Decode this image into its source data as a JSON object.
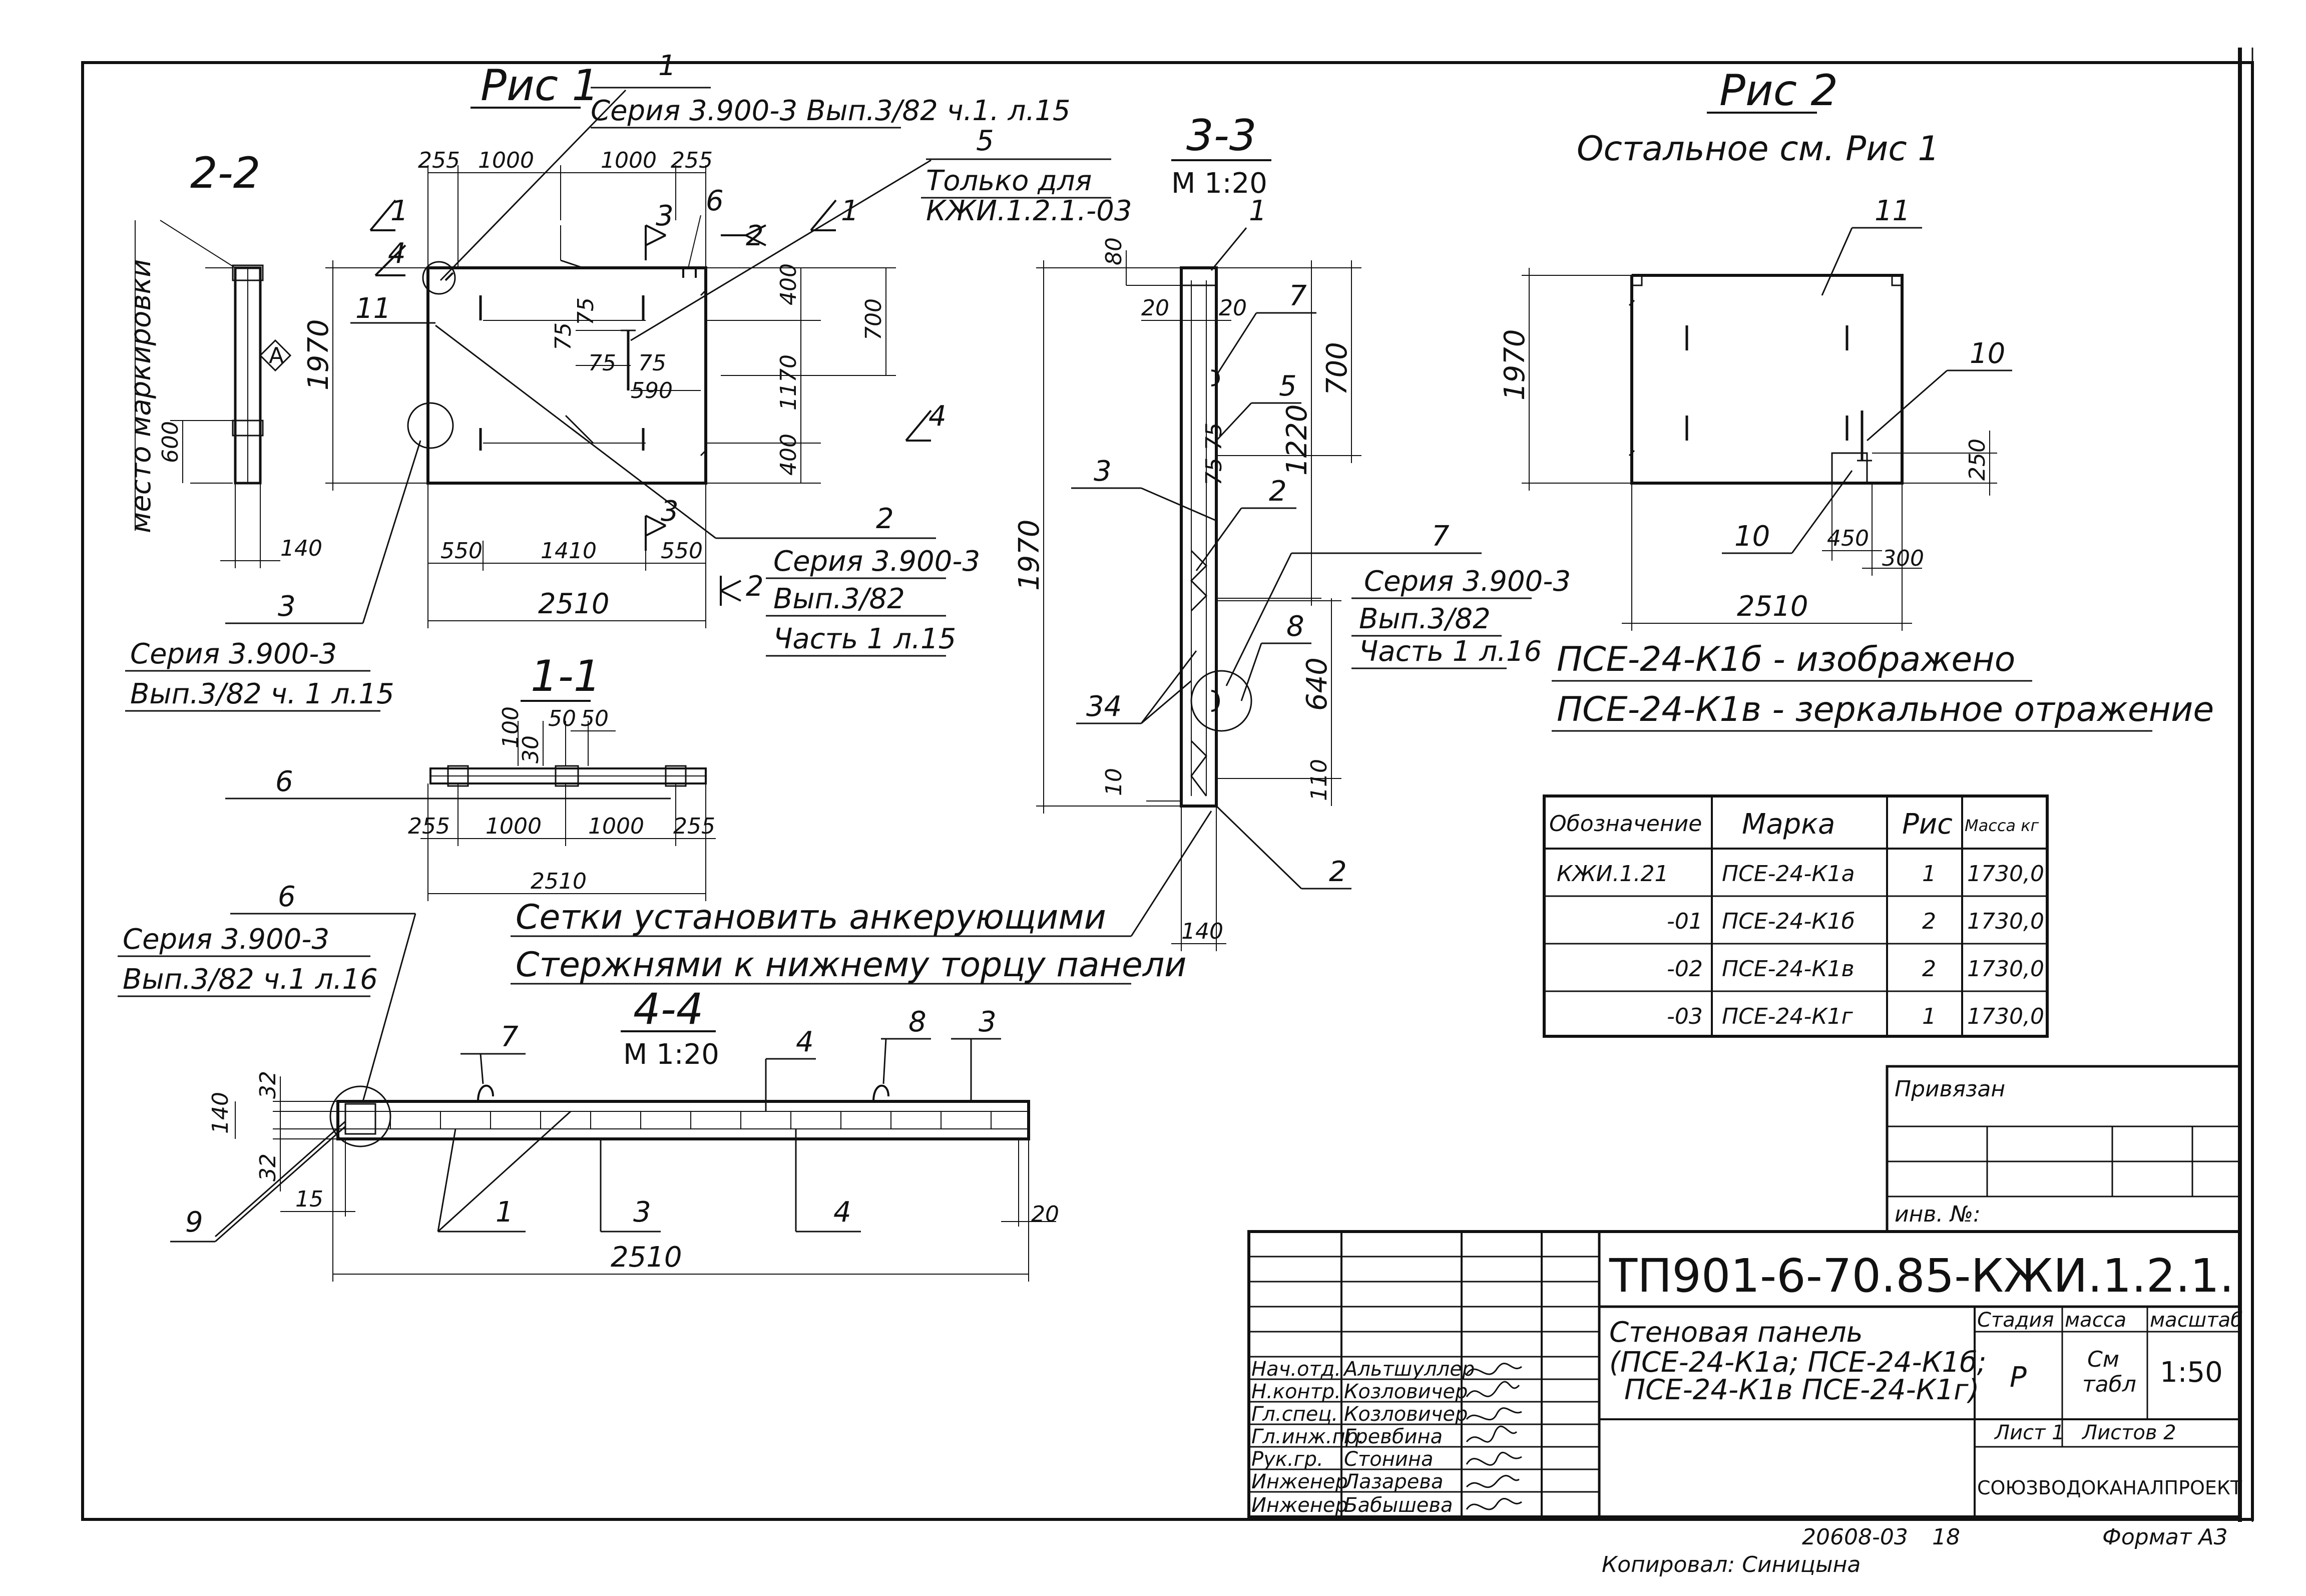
{
  "fig1": {
    "title": "Рис 1",
    "series_ref_top": "Серия 3.900-3 Вып.3/82 ч.1. л.15",
    "only_for": "Только для",
    "only_for_code": "КЖИ.1.2.1.-03",
    "section_label": "2-2",
    "marking_place": "место маркировки",
    "series_ref_left_1": "Серия 3.900-3",
    "series_ref_left_2": "Вып.3/82 ч. 1 л.15",
    "series_ref_right_1": "Серия 3.900-3",
    "series_ref_right_2": "Вып.3/82",
    "series_ref_right_3": "Часть 1 л.15",
    "mark_a": "А",
    "dims": {
      "d255a": "255",
      "d1000a": "1000",
      "d1000b": "1000",
      "d255b": "255",
      "d1970": "1970",
      "d600": "600",
      "d140": "140",
      "d400a": "400",
      "d700": "700",
      "d1170": "1170",
      "d400b": "400",
      "d75a": "75",
      "d75b": "75",
      "d75c": "75",
      "d75d": "75",
      "d590": "590",
      "d550a": "550",
      "d1410": "1410",
      "d550b": "550",
      "d2510": "2510"
    },
    "cuts": {
      "c1a": "1",
      "c1b": "1",
      "c2a": "2",
      "c2b": "2",
      "c3a": "3",
      "c3b": "3",
      "c4a": "4",
      "c4b": "4"
    },
    "callouts": {
      "p1": "1",
      "p5": "5",
      "p6": "6",
      "p11": "11",
      "p2": "2",
      "p3": "3"
    }
  },
  "sec11": {
    "title": "1-1",
    "dims": {
      "d100": "100",
      "d30": "30",
      "d50a": "50",
      "d50b": "50",
      "d255a": "255",
      "d1000a": "1000",
      "d1000b": "1000",
      "d255b": "255",
      "d2510": "2510"
    },
    "callout6": "6"
  },
  "notes": {
    "p6": "6",
    "series_1": "Серия 3.900-3",
    "series_2": "Вып.3/82 ч.1 л.16",
    "anchor_1": "Сетки установить анкерующими",
    "anchor_2": "Стержнями к нижнему торцу панели"
  },
  "sec44": {
    "title": "4-4",
    "scale": "М 1:20",
    "dims": {
      "d32a": "32",
      "d140": "140",
      "d32b": "32",
      "d15": "15",
      "d20": "20",
      "d2510": "2510"
    },
    "callouts": {
      "p7": "7",
      "p8": "8",
      "p3a": "3",
      "p4a": "4",
      "p9": "9",
      "p1": "1",
      "p3b": "3",
      "p4b": "4"
    }
  },
  "sec33": {
    "title": "3-3",
    "scale": "М 1:20",
    "dims": {
      "d80": "80",
      "d20a": "20",
      "d20b": "20",
      "d700": "700",
      "d1220": "1220",
      "d75a": "75",
      "d75b": "75",
      "d1970": "1970",
      "d640": "640",
      "d10": "10",
      "d110": "110",
      "d140": "140"
    },
    "callouts": {
      "p1": "1",
      "p7a": "7",
      "p5": "5",
      "p3": "3",
      "p2a": "2",
      "p7b": "7",
      "p8": "8",
      "p34": "34",
      "p2b": "2"
    },
    "series_1": "Серия 3.900-3",
    "series_2": "Вып.3/82",
    "series_3": "Часть 1 л.16"
  },
  "fig2": {
    "title": "Рис 2",
    "note": "Остальное см. Рис 1",
    "dims": {
      "d1970": "1970",
      "d250": "250",
      "d450": "450",
      "d300": "300",
      "d2510": "2510"
    },
    "callouts": {
      "p11": "11",
      "p10a": "10",
      "p10b": "10"
    },
    "variant_1": "ПСЕ-24-К1б - изображено",
    "variant_2": "ПСЕ-24-К1в - зеркальное отражение"
  },
  "spec": {
    "headers": [
      "Обозначение",
      "Марка",
      "Рис",
      "Масса кг"
    ],
    "rows": [
      [
        "КЖИ.1.21",
        "ПСЕ-24-К1а",
        "1",
        "1730,0"
      ],
      [
        "-01",
        "ПСЕ-24-К1б",
        "2",
        "1730,0"
      ],
      [
        "-02",
        "ПСЕ-24-К1в",
        "2",
        "1730,0"
      ],
      [
        "-03",
        "ПСЕ-24-К1г",
        "1",
        "1730,0"
      ]
    ]
  },
  "stamp": {
    "privyazan": "Привязан",
    "inv": "инв. №:",
    "code": "ТП901-6-70.85-КЖИ.1.2.1.",
    "name_1": "Стеновая панель",
    "name_2": "(ПСЕ-24-К1а; ПСЕ-24-К1б;",
    "name_3": "ПСЕ-24-К1в ПСЕ-24-К1г)",
    "stage_h": "Стадия",
    "mass_h": "масса",
    "scale_h": "масштаб",
    "stage": "Р",
    "mass_1": "См",
    "mass_2": "табл",
    "scale": "1:50",
    "sheet": "Лист 1",
    "sheets": "Листов 2",
    "org": "СОЮЗВОДОКАНАЛПРОЕКТ",
    "staff": [
      {
        "role": "Нач.отд.",
        "name": "Альтшуллер"
      },
      {
        "role": "Н.контр.",
        "name": "Козловичер"
      },
      {
        "role": "Гл.спец.",
        "name": "Козловичер"
      },
      {
        "role": "Гл.инж.пр.",
        "name": "Гревбина"
      },
      {
        "role": "Рук.гр.",
        "name": "Стонина"
      },
      {
        "role": "Инженер",
        "name": "Лазарева"
      },
      {
        "role": "Инженер",
        "name": "Бабышева"
      }
    ]
  },
  "footer": {
    "number": "20608-03",
    "page": "18",
    "format": "Формат А3",
    "copied": "Копировал: Синицына"
  }
}
